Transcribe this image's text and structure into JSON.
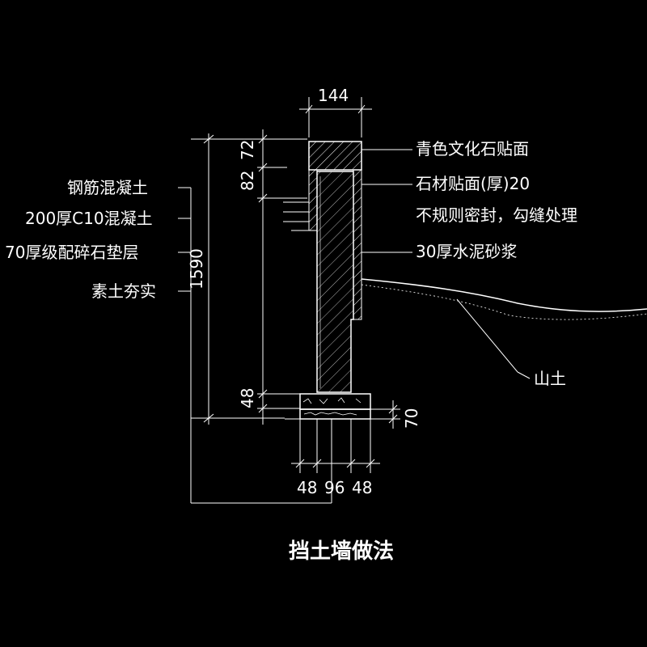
{
  "labels": {
    "top_stone": "青色文化石贴面",
    "stone_facing": "石材贴面(厚)20",
    "seal_joint": "不规则密封，勾缝处理",
    "mortar": "30厚水泥砂浆",
    "mountain_soil": "山土",
    "rc": "钢筋混凝土",
    "c10": "200厚C10混凝土",
    "gravel": "70厚级配碎石垫层",
    "compact": "素土夯实"
  },
  "dims": {
    "top_width": "144",
    "h72": "72",
    "h82": "82",
    "h1590": "1590",
    "h48": "48",
    "h70": "70",
    "b48a": "48",
    "b96": "96",
    "b48b": "48"
  },
  "title": "挡土墙做法",
  "colors": {
    "background": "#000000",
    "line": "#ffffff"
  }
}
